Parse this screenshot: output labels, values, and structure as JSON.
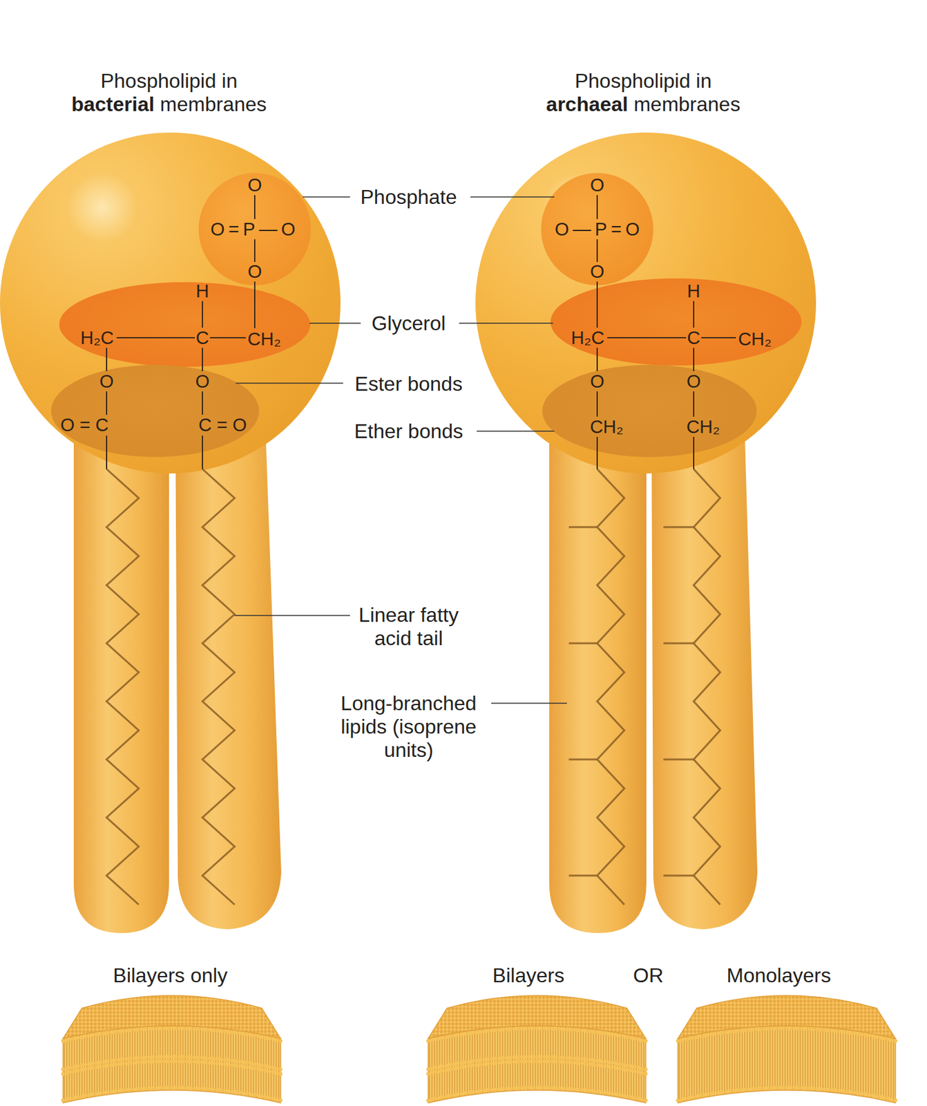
{
  "diagram": {
    "nodes": [
      {
        "text": [
          "Phospholipid in",
          "bacterial",
          "membranes"
        ]
      },
      {
        "text": [
          "O",
          "O=P—O",
          "O"
        ],
        "in": 0
      },
      {
        "text": [
          "H",
          "H₂C",
          "C",
          "CH₂"
        ],
        "in": 0
      },
      {
        "text": [
          "O",
          "O",
          "O=C",
          "C=O"
        ],
        "in": 0
      },
      {
        "text": [
          "Phospholipid in",
          "archaeal",
          "membranes"
        ]
      },
      {
        "text": [
          "O",
          "O—P=O",
          "O"
        ],
        "in": 4
      },
      {
        "text": [
          "H",
          "H₂C",
          "C",
          "CH₂"
        ],
        "in": 4
      },
      {
        "text": [
          "O",
          "O",
          "CH₂",
          "CH₂"
        ],
        "in": 4
      }
    ],
    "labels": [
      "Phosphate",
      "Glycerol",
      "Ester bonds",
      "Ether bonds",
      "Linear fatty acid tail",
      "Long-branched lipids (isoprene units)",
      "Bilayers only",
      "Bilayers",
      "OR",
      "Monolayers"
    ]
  }
}
